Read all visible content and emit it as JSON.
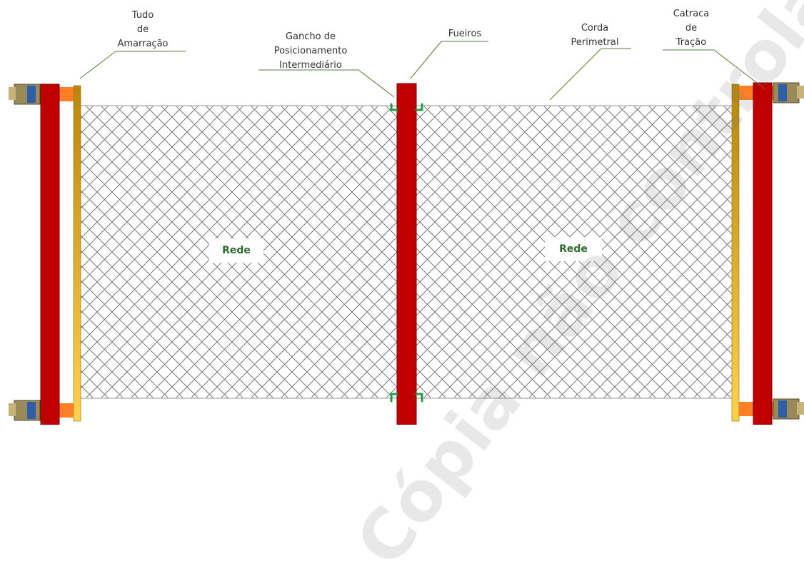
{
  "labels": {
    "tube": [
      "Tudo",
      "de",
      "Amarração"
    ],
    "hook": [
      "Gancho de",
      "Posicionamento",
      "Intermediário"
    ],
    "eyelets": [
      "Fueiros"
    ],
    "rope": [
      "Corda",
      "Perimetral"
    ],
    "ratchet": [
      "Catraca",
      "de",
      "Tração"
    ]
  },
  "net_label_left": "Rede",
  "net_label_right": "Rede",
  "watermark": "Cópia não controlada",
  "colors": {
    "post": "#c00000",
    "tube_top": "#b8860b",
    "tube_bottom": "#ffd24d",
    "mesh": "#7a7a7a",
    "strap": "#ff7f27",
    "hook": "#1e9e4a",
    "rope": "#c8c8c8",
    "leader": "#6b8e23"
  }
}
